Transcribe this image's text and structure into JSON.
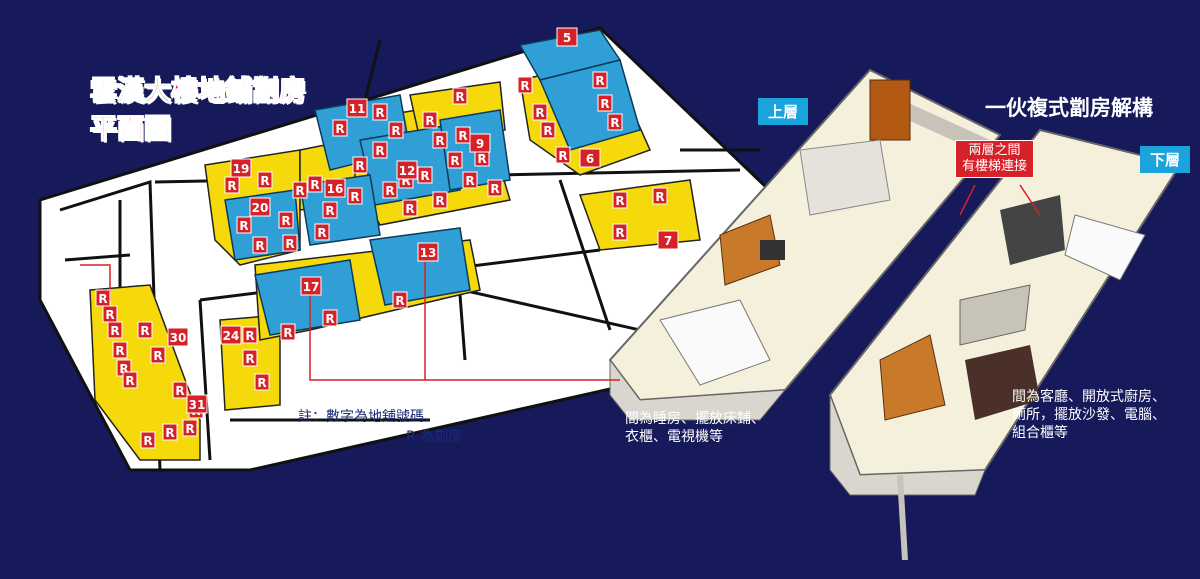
{
  "title_line1": "雲漢大樓地鋪劏房",
  "title_line2": "平面圖",
  "right_title": "一伙複式劏房解構",
  "tab_upper": "上層",
  "tab_lower": "下層",
  "stair_note_line1": "兩層之間",
  "stair_note_line2": "有樓梯連接",
  "legend_line1": "註：數字為地舖號碼、",
  "legend_line2": "R 為劏房",
  "caption_upper_line1": "間為睡房、擺放床鋪、",
  "caption_upper_line2": "衣櫃、電視機等",
  "caption_lower_line1": "間為客廳、開放式廚房、",
  "caption_lower_line2": "廁所，擺放沙發、電腦、",
  "caption_lower_line3": "組合櫃等",
  "room_letter": "R",
  "shop_numbers": [
    "5",
    "6",
    "7",
    "9",
    "11",
    "12",
    "13",
    "16",
    "17",
    "19",
    "20",
    "24",
    "30",
    "31"
  ],
  "colors": {
    "background": "#16195a",
    "unit_yellow": "#f5d90a",
    "cube_blue": "#2f9fd6",
    "marker_red": "#d62128",
    "tab_blue": "#1aa3dc"
  }
}
